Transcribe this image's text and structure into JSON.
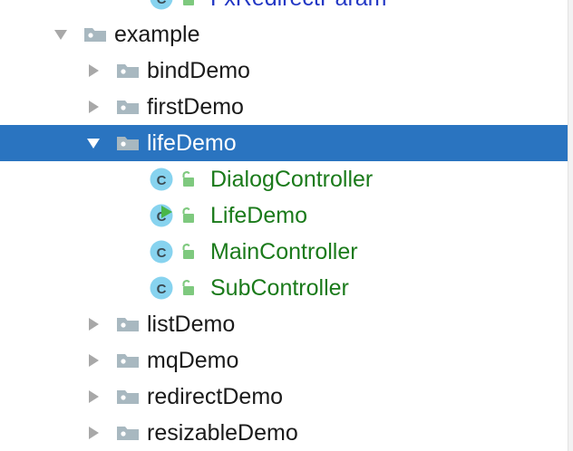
{
  "panel": {
    "name": "project-tree",
    "selection_color": "#2a74c0",
    "package_text_color": "#1a1a1a",
    "class_text_color": "#1a7a1a",
    "blue_text_color": "#2237c4",
    "folder_icon_color": "#a8b8c0",
    "class_icon_color": "#87d3ef",
    "lock_icon_color": "#7ec97e",
    "run_marker_color": "#49b649",
    "gutter_color": "#f2f2f2"
  },
  "rows": [
    {
      "label": "FxRedirectParam",
      "kind": "class",
      "icon": "class-icon",
      "lock": "unlocked-padlock-icon",
      "twisty": "none",
      "depth": 3,
      "selected": false,
      "runnable": false,
      "text_style": "blue",
      "partial": true
    },
    {
      "label": "example",
      "kind": "package",
      "icon": "folder-icon",
      "lock": "none",
      "twisty": "expanded",
      "depth": 1,
      "selected": false,
      "runnable": false,
      "text_style": "pkg",
      "partial": false
    },
    {
      "label": "bindDemo",
      "kind": "package",
      "icon": "folder-icon",
      "lock": "none",
      "twisty": "collapsed",
      "depth": 2,
      "selected": false,
      "runnable": false,
      "text_style": "pkg",
      "partial": false
    },
    {
      "label": "firstDemo",
      "kind": "package",
      "icon": "folder-icon",
      "lock": "none",
      "twisty": "collapsed",
      "depth": 2,
      "selected": false,
      "runnable": false,
      "text_style": "pkg",
      "partial": false
    },
    {
      "label": "lifeDemo",
      "kind": "package",
      "icon": "folder-icon",
      "lock": "none",
      "twisty": "expanded",
      "depth": 2,
      "selected": true,
      "runnable": false,
      "text_style": "pkg",
      "partial": false
    },
    {
      "label": "DialogController",
      "kind": "class",
      "icon": "class-icon",
      "lock": "unlocked-padlock-icon",
      "twisty": "none",
      "depth": 3,
      "selected": false,
      "runnable": false,
      "text_style": "cls",
      "partial": false
    },
    {
      "label": "LifeDemo",
      "kind": "class",
      "icon": "class-icon",
      "lock": "unlocked-padlock-icon",
      "twisty": "none",
      "depth": 3,
      "selected": false,
      "runnable": true,
      "text_style": "cls",
      "partial": false
    },
    {
      "label": "MainController",
      "kind": "class",
      "icon": "class-icon",
      "lock": "unlocked-padlock-icon",
      "twisty": "none",
      "depth": 3,
      "selected": false,
      "runnable": false,
      "text_style": "cls",
      "partial": false
    },
    {
      "label": "SubController",
      "kind": "class",
      "icon": "class-icon",
      "lock": "unlocked-padlock-icon",
      "twisty": "none",
      "depth": 3,
      "selected": false,
      "runnable": false,
      "text_style": "cls",
      "partial": false
    },
    {
      "label": "listDemo",
      "kind": "package",
      "icon": "folder-icon",
      "lock": "none",
      "twisty": "collapsed",
      "depth": 2,
      "selected": false,
      "runnable": false,
      "text_style": "pkg",
      "partial": false
    },
    {
      "label": "mqDemo",
      "kind": "package",
      "icon": "folder-icon",
      "lock": "none",
      "twisty": "collapsed",
      "depth": 2,
      "selected": false,
      "runnable": false,
      "text_style": "pkg",
      "partial": false
    },
    {
      "label": "redirectDemo",
      "kind": "package",
      "icon": "folder-icon",
      "lock": "none",
      "twisty": "collapsed",
      "depth": 2,
      "selected": false,
      "runnable": false,
      "text_style": "pkg",
      "partial": false
    },
    {
      "label": "resizableDemo",
      "kind": "package",
      "icon": "folder-icon",
      "lock": "none",
      "twisty": "collapsed",
      "depth": 2,
      "selected": false,
      "runnable": false,
      "text_style": "pkg",
      "partial": false
    }
  ]
}
